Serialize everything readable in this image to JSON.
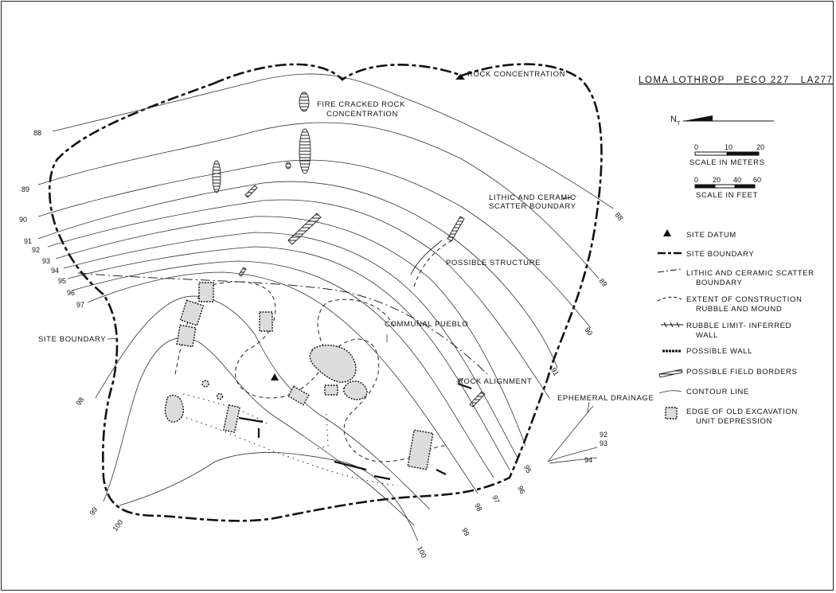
{
  "title": "LOMA LOTHROP   PECO 227   LA277",
  "north_label": "N",
  "north_sub": "T",
  "scale_meters": {
    "ticks": [
      "0",
      "10",
      "20"
    ],
    "caption": "SCALE IN METERS"
  },
  "scale_feet": {
    "ticks": [
      "0",
      "20",
      "40",
      "60"
    ],
    "caption": "SCALE IN FEET"
  },
  "legend": [
    {
      "symbol": "datum",
      "text": "SITE DATUM"
    },
    {
      "symbol": "boundary",
      "text": "SITE BOUNDARY"
    },
    {
      "symbol": "scatter",
      "text": "LITHIC AND CERAMIC SCATTER",
      "text2": "BOUNDARY"
    },
    {
      "symbol": "rubble",
      "text": "EXTENT OF CONSTRUCTION",
      "text2": "RUBBLE AND MOUND"
    },
    {
      "symbol": "inferred",
      "text": "RUBBLE LIMIT- INFERRED",
      "text2": "WALL"
    },
    {
      "symbol": "wall",
      "text": "POSSIBLE WALL"
    },
    {
      "symbol": "field",
      "text": "POSSIBLE FIELD BORDERS"
    },
    {
      "symbol": "contour",
      "text": "CONTOUR LINE"
    },
    {
      "symbol": "unit",
      "text": "EDGE OF OLD EXCAVATION",
      "text2": "UNIT DEPRESSION"
    }
  ],
  "labels": {
    "rock_concentration": "ROCK CONCENTRATION",
    "fire_cracked_1": "FIRE CRACKED ROCK",
    "fire_cracked_2": "CONCENTRATION",
    "scatter_boundary_1": "LITHIC AND CERAMIC",
    "scatter_boundary_2": "SCATTER BOUNDARY",
    "possible_structure": "POSSIBLE STRUCTURE",
    "communal_pueblo": "COMMUNAL PUEBLO",
    "rock_alignment": "ROCK ALIGNMENT",
    "ephemeral_drainage": "EPHEMERAL DRAINAGE",
    "site_boundary": "SITE BOUNDARY"
  },
  "contour_labels": {
    "left": [
      "88",
      "89",
      "90",
      "91",
      "92",
      "93",
      "94",
      "95",
      "96",
      "97",
      "98",
      "99",
      "100"
    ],
    "right": [
      "88",
      "89",
      "90",
      "91",
      "92",
      "93",
      "94",
      "95",
      "96",
      "97",
      "98",
      "99",
      "100"
    ]
  }
}
